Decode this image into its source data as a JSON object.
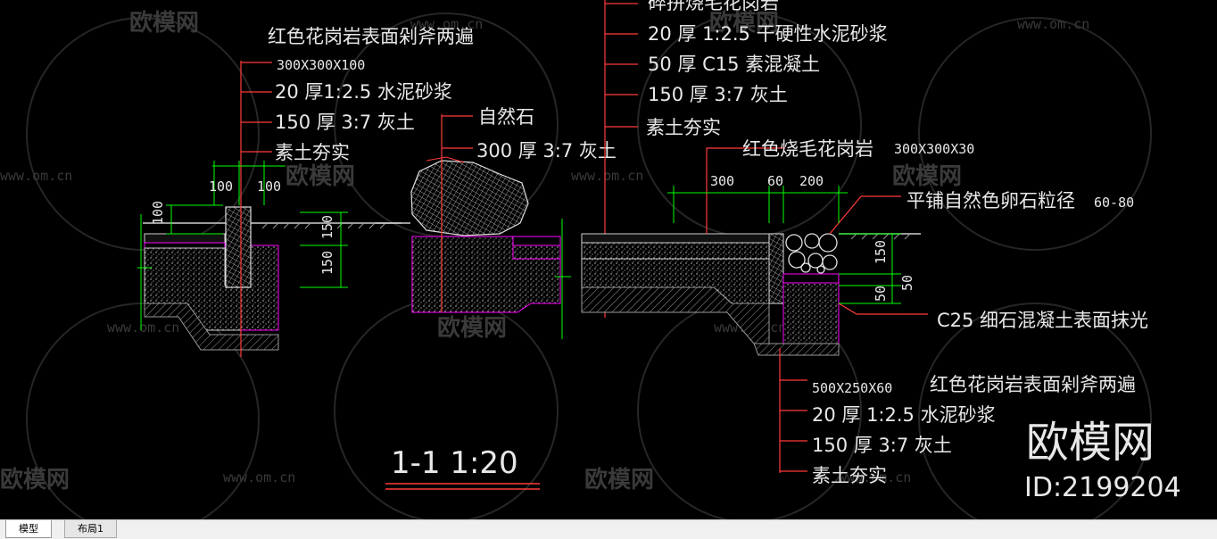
{
  "watermarks": {
    "brand": "欧模网",
    "url": "www.om.cn",
    "logo_big": "欧模网",
    "id_text": "ID:2199204"
  },
  "left_detail": {
    "labels": [
      "红色花岗岩表面剁斧两遍",
      "300X300X100",
      "20 厚1:2.5 水泥砂浆",
      "150 厚 3:7 灰土",
      "素土夯实"
    ],
    "dims": [
      "100",
      "100",
      "100",
      "150",
      "150"
    ]
  },
  "middle_detail": {
    "labels": [
      "自然石",
      "300 厚 3:7 灰土"
    ]
  },
  "center_callout": {
    "labels": [
      "碎拼烧毛花岗岩",
      "20 厚 1:2.5 干硬性水泥砂浆",
      "50 厚 C15 素混凝土",
      "150 厚 3:7 灰土",
      "素土夯实"
    ]
  },
  "right_detail": {
    "top_labels": [
      "红色烧毛花岗岩",
      "300X300X30"
    ],
    "dims_top": [
      "300",
      "60",
      "200"
    ],
    "pebble_label": "平铺自然色卵石粒径",
    "pebble_size": "60-80",
    "dims_side": [
      "150",
      "50",
      "50"
    ],
    "c25_label": "C25 细石混凝土表面抹光"
  },
  "bottom_callout": {
    "labels": [
      "500X250X60",
      "红色花岗岩表面剁斧两遍",
      "20 厚 1:2.5 水泥砂浆",
      "150 厚 3:7 灰土",
      "素土夯实"
    ]
  },
  "section_title": "1-1 1:20",
  "tabs": [
    "模型",
    "布局1"
  ],
  "colors": {
    "magenta": "#ff00ff",
    "red": "#ff3b3b",
    "green": "#00ff00",
    "white": "#e8e8e8",
    "gray_watermark": "#3a3a3a"
  }
}
